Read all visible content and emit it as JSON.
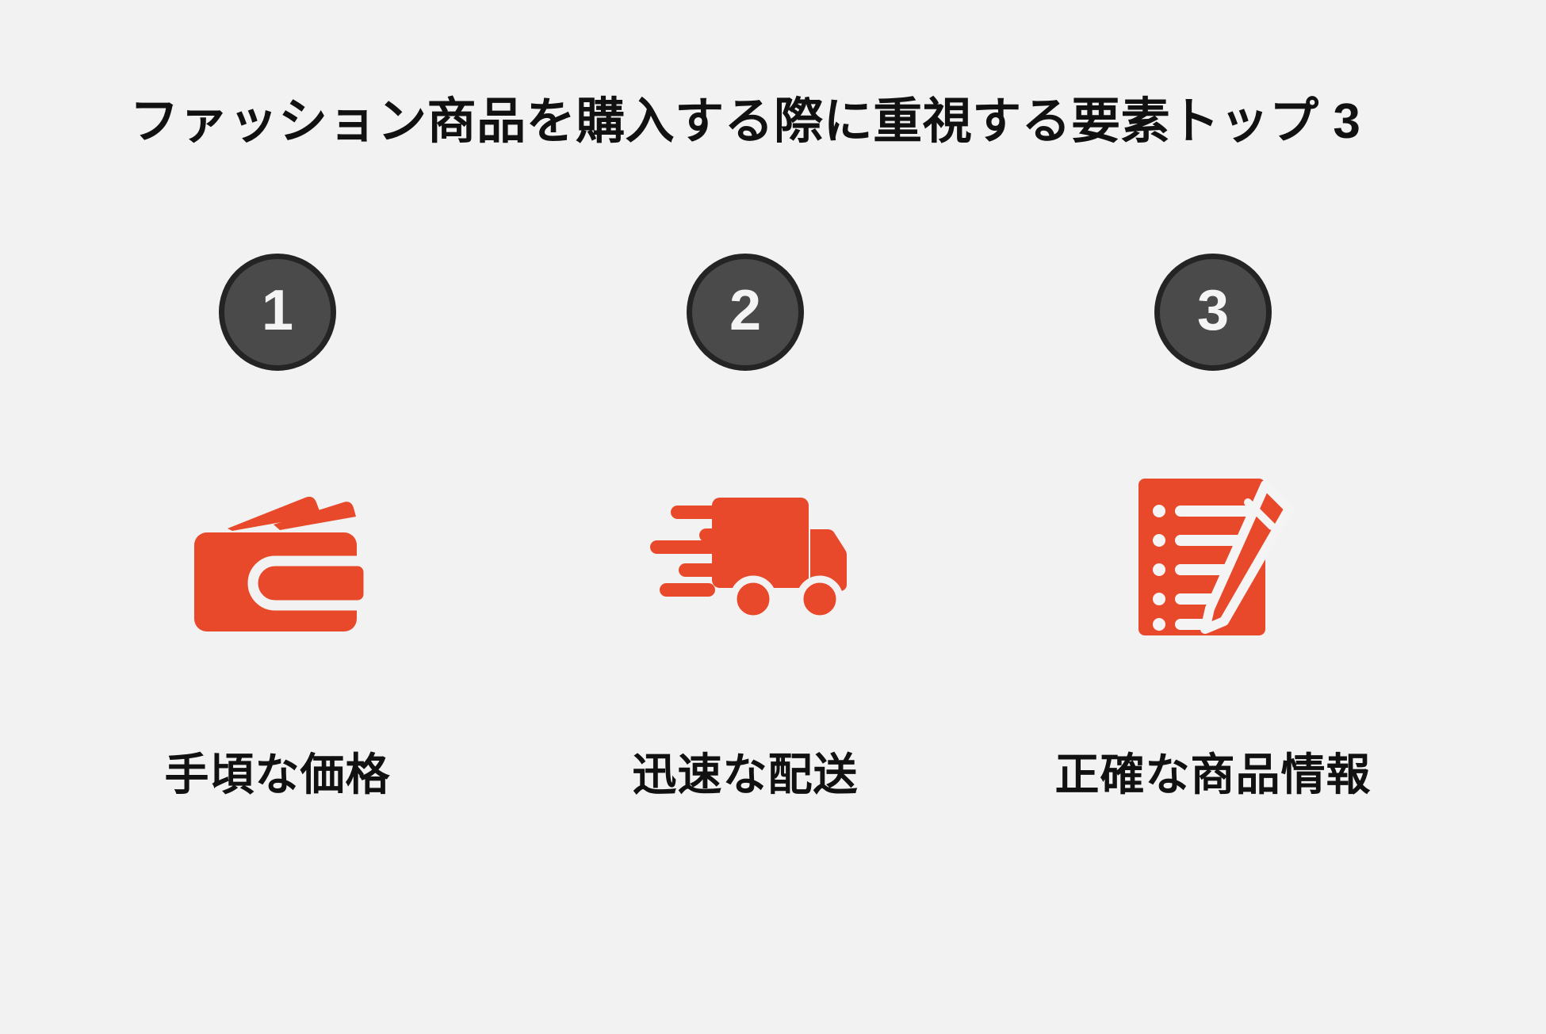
{
  "page": {
    "background_color": "#f2f2f2",
    "title": "ファッション商品を購入する際に重視する要素トップ 3"
  },
  "theme": {
    "accent_color": "#e8492b",
    "badge_fill": "#4a4a4a",
    "badge_ring": "#242424",
    "badge_text_color": "#f4f4f4",
    "text_color": "#111111"
  },
  "items": [
    {
      "rank": "1",
      "icon": "wallet-icon",
      "label": "手頃な価格"
    },
    {
      "rank": "2",
      "icon": "fast-delivery-truck-icon",
      "label": "迅速な配送"
    },
    {
      "rank": "3",
      "icon": "clipboard-pencil-icon",
      "label": "正確な商品情報"
    }
  ]
}
